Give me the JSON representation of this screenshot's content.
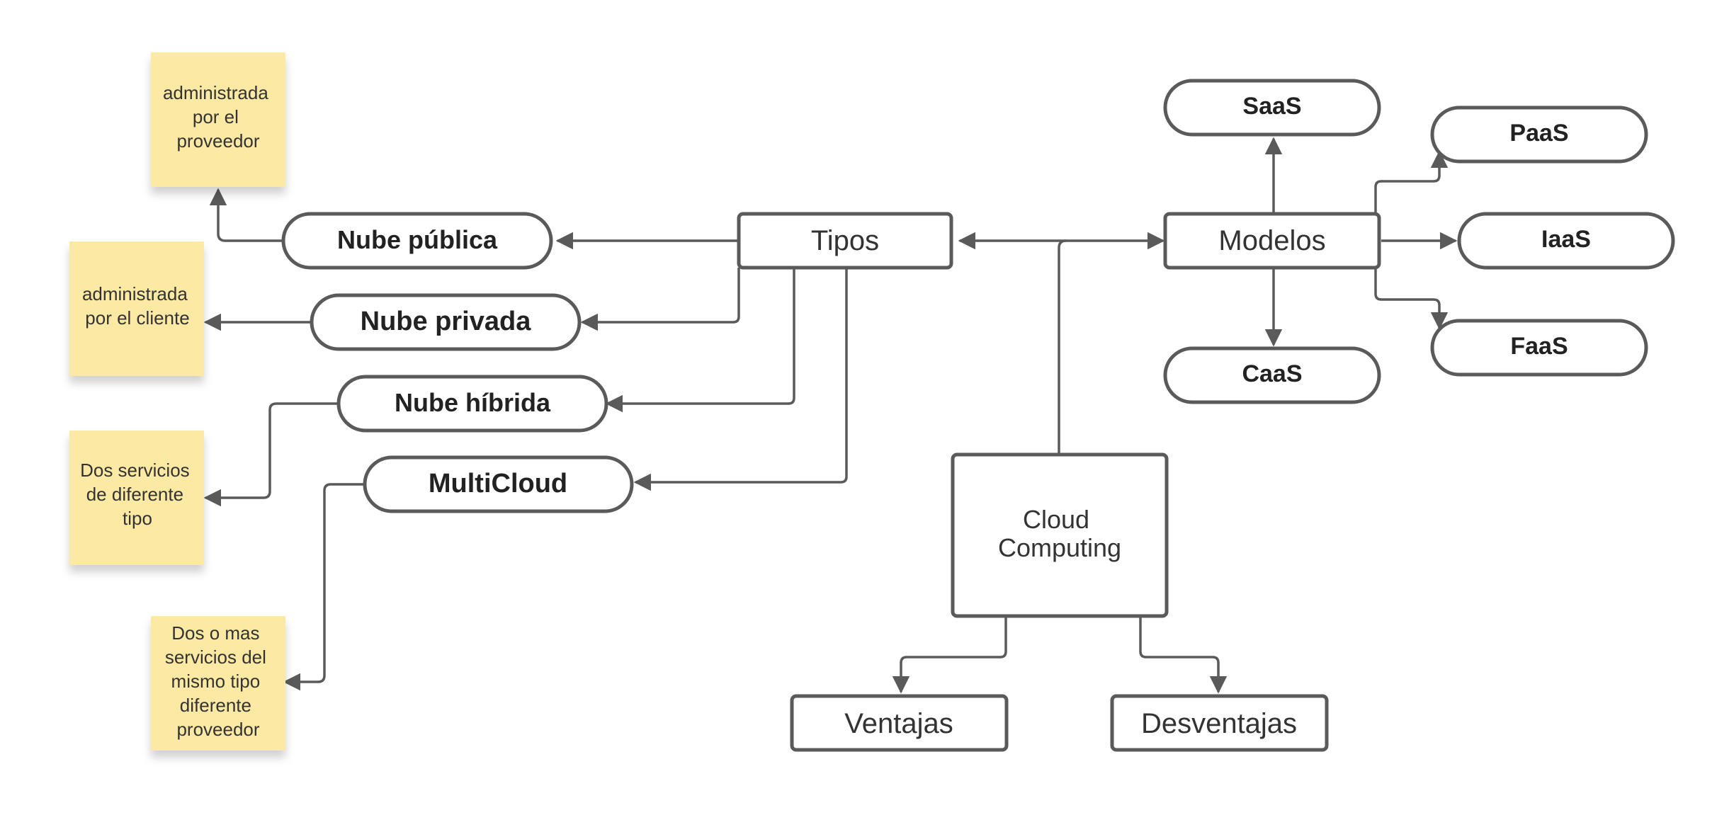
{
  "diagram": {
    "center": {
      "line1": "Cloud",
      "line2": "Computing"
    },
    "tipos": "Tipos",
    "modelos": "Modelos",
    "ventajas": "Ventajas",
    "desventajas": "Desventajas",
    "types": [
      {
        "label": "Nube pública"
      },
      {
        "label": "Nube privada"
      },
      {
        "label": "Nube híbrida"
      },
      {
        "label": "MultiCloud"
      }
    ],
    "models": [
      {
        "label": "SaaS"
      },
      {
        "label": "PaaS"
      },
      {
        "label": "IaaS"
      },
      {
        "label": "FaaS"
      },
      {
        "label": "CaaS"
      }
    ],
    "notes": [
      {
        "lines": [
          "administrada",
          "por el",
          "proveedor"
        ]
      },
      {
        "lines": [
          "administrada",
          "por el cliente"
        ]
      },
      {
        "lines": [
          "Dos servicios",
          "de diferente",
          "tipo"
        ]
      },
      {
        "lines": [
          "Dos o mas",
          "servicios del",
          "mismo tipo",
          "diferente",
          "proveedor"
        ]
      }
    ]
  },
  "colors": {
    "stroke": "#5a5a5a",
    "note_fill": "#fce9a4",
    "text": "#333333"
  }
}
